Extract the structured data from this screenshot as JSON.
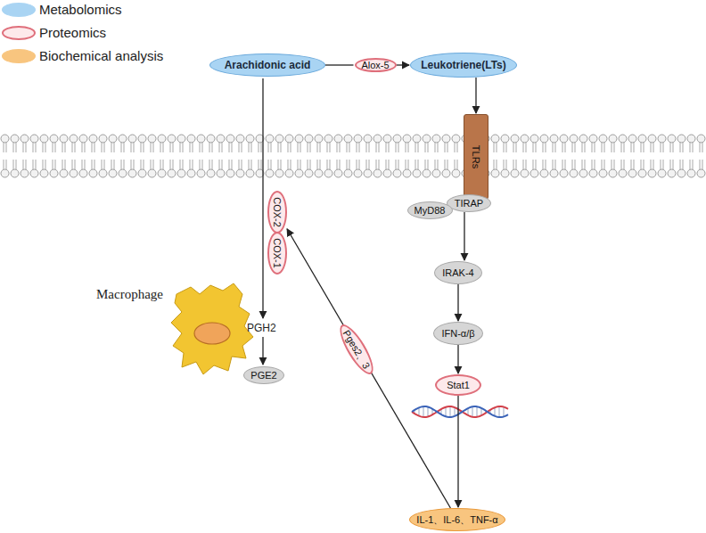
{
  "diagram": {
    "nodes": [
      {
        "text": [
          "Arachidonic acid"
        ]
      },
      {
        "text": [
          "Alox-5"
        ]
      },
      {
        "text": [
          "Leukotriene(LTs)"
        ]
      },
      {
        "text": [
          "TLRs"
        ]
      },
      {
        "text": [
          "TIRAP"
        ]
      },
      {
        "text": [
          "MyD88"
        ]
      },
      {
        "text": [
          "COX-2"
        ]
      },
      {
        "text": [
          "COX-1"
        ]
      },
      {
        "text": [
          "IRAK-4"
        ]
      },
      {
        "text": [
          "IFN-α/β"
        ]
      },
      {
        "text": [
          "Stat1"
        ]
      },
      {
        "text": [
          "Pges2、3"
        ]
      },
      {
        "text": [
          "PGE2"
        ]
      },
      {
        "text": [
          "IL-1、IL-6、TNF-α"
        ]
      }
    ],
    "edges": [
      {
        "from": 0,
        "to": 1,
        "arrow": "none"
      },
      {
        "from": 1,
        "to": 2,
        "arrow": "to"
      },
      {
        "from": 2,
        "to": 3,
        "arrow": "to"
      },
      {
        "from": 4,
        "to": 8,
        "arrow": "to"
      },
      {
        "from": 8,
        "to": 9,
        "arrow": "to"
      },
      {
        "from": 9,
        "to": 10,
        "arrow": "to"
      },
      {
        "from": 10,
        "to": 13,
        "arrow": "to"
      },
      {
        "from": 13,
        "to": 6,
        "arrow": "to"
      }
    ],
    "labels": [
      "Macrophage",
      "PGH2"
    ],
    "legend": [
      {
        "text": "Metabolomics",
        "color": "#a9d4f3"
      },
      {
        "text": "Proteomics",
        "color": "#df6f7b"
      },
      {
        "text": "Biochemical analysis",
        "color": "#f8c57f"
      }
    ]
  }
}
